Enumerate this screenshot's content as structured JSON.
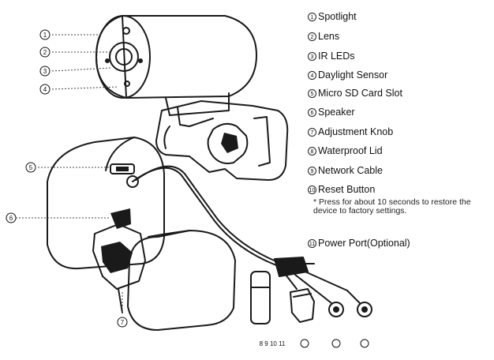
{
  "legend": [
    {
      "num": "1",
      "label": "Spotlight"
    },
    {
      "num": "2",
      "label": "Lens"
    },
    {
      "num": "3",
      "label": "IR LEDs"
    },
    {
      "num": "4",
      "label": "Daylight Sensor"
    },
    {
      "num": "5",
      "label": "Micro SD Card Slot"
    },
    {
      "num": "6",
      "label": "Speaker"
    },
    {
      "num": "7",
      "label": "Adjustment Knob"
    },
    {
      "num": "8",
      "label": "Waterproof Lid"
    },
    {
      "num": "9",
      "label": "Network Cable"
    },
    {
      "num": "10",
      "label": "Reset Button"
    },
    {
      "num": "11",
      "label": "Power Port(Optional)"
    }
  ],
  "note": "* Press for about 10 seconds to restore the device to factory settings.",
  "callouts": {
    "c1": "1",
    "c2": "2",
    "c3": "3",
    "c4": "4",
    "c5": "5",
    "c6": "6",
    "c7": "7",
    "bottom_group": "8 9 10 11"
  }
}
